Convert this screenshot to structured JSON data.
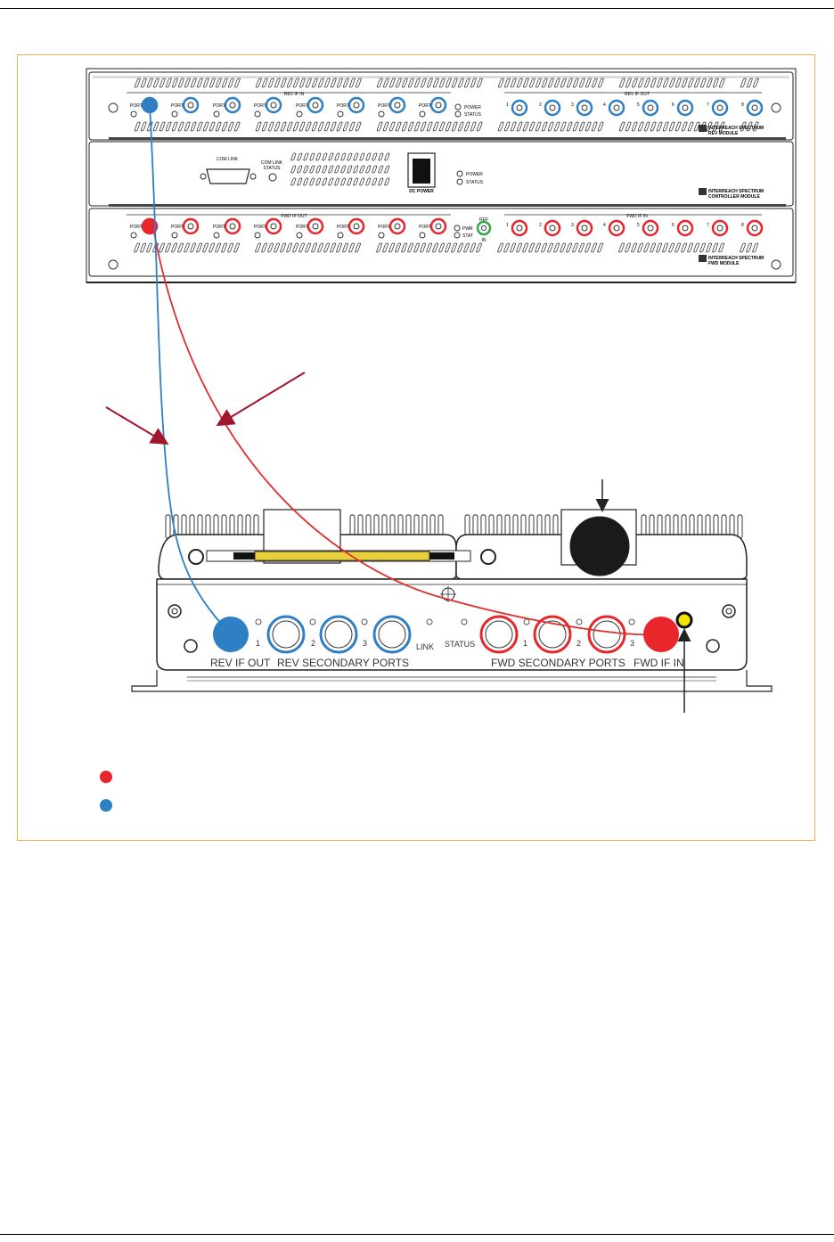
{
  "rack": {
    "rev_module": {
      "in_header": "REV IF IN",
      "out_header": "REV IF OUT",
      "ports": [
        "PORT 1",
        "PORT 2",
        "PORT 3",
        "PORT 4",
        "PORT 5",
        "PORT 6",
        "PORT 7",
        "PORT 8"
      ],
      "out_numbers": [
        "1",
        "2",
        "3",
        "4",
        "5",
        "6",
        "7",
        "8"
      ],
      "led_power": "POWER",
      "led_status": "STATUS",
      "brand_line1": "INTERREACH SPECTRUM",
      "brand_line2": "REV MODULE"
    },
    "controller_module": {
      "com_link": "COM LINK",
      "com_link_status_1": "COM LINK",
      "com_link_status_2": "STATUS",
      "dc_power": "DC POWER",
      "led_power": "POWER",
      "led_status": "STATUS",
      "brand_line1": "INTERREACH SPECTRUM",
      "brand_line2": "CONTROLLER MODULE"
    },
    "fwd_module": {
      "out_header": "FWD IF OUT",
      "in_header": "FWD IF IN",
      "ports": [
        "PORT 1",
        "PORT 2",
        "PORT 3",
        "PORT 4",
        "PORT 5",
        "PORT 6",
        "PORT 7",
        "PORT 8"
      ],
      "in_numbers": [
        "1",
        "2",
        "3",
        "4",
        "5",
        "6",
        "7",
        "8"
      ],
      "led_pwr": "PWR",
      "led_stat": "STAT",
      "ref_in_1": "REF",
      "ref_in_2": "IN",
      "brand_line1": "INTERREACH SPECTRUM",
      "brand_line2": "FWD MODULE"
    }
  },
  "unit": {
    "rev_if_out": "REV IF OUT",
    "rev_secondary_ports": "REV SECONDARY PORTS",
    "fwd_secondary_ports": "FWD SECONDARY PORTS",
    "fwd_if_in": "FWD IF IN",
    "link": "LINK",
    "status": "STATUS",
    "port_numbers": [
      "1",
      "2",
      "3"
    ]
  },
  "colors": {
    "fwd": "#e8262c",
    "rev": "#2f7fc4",
    "frame": "#f0b24a",
    "arrow": "#a0162a",
    "cable_band": "#e8cf3a",
    "led": "#f2e400"
  }
}
